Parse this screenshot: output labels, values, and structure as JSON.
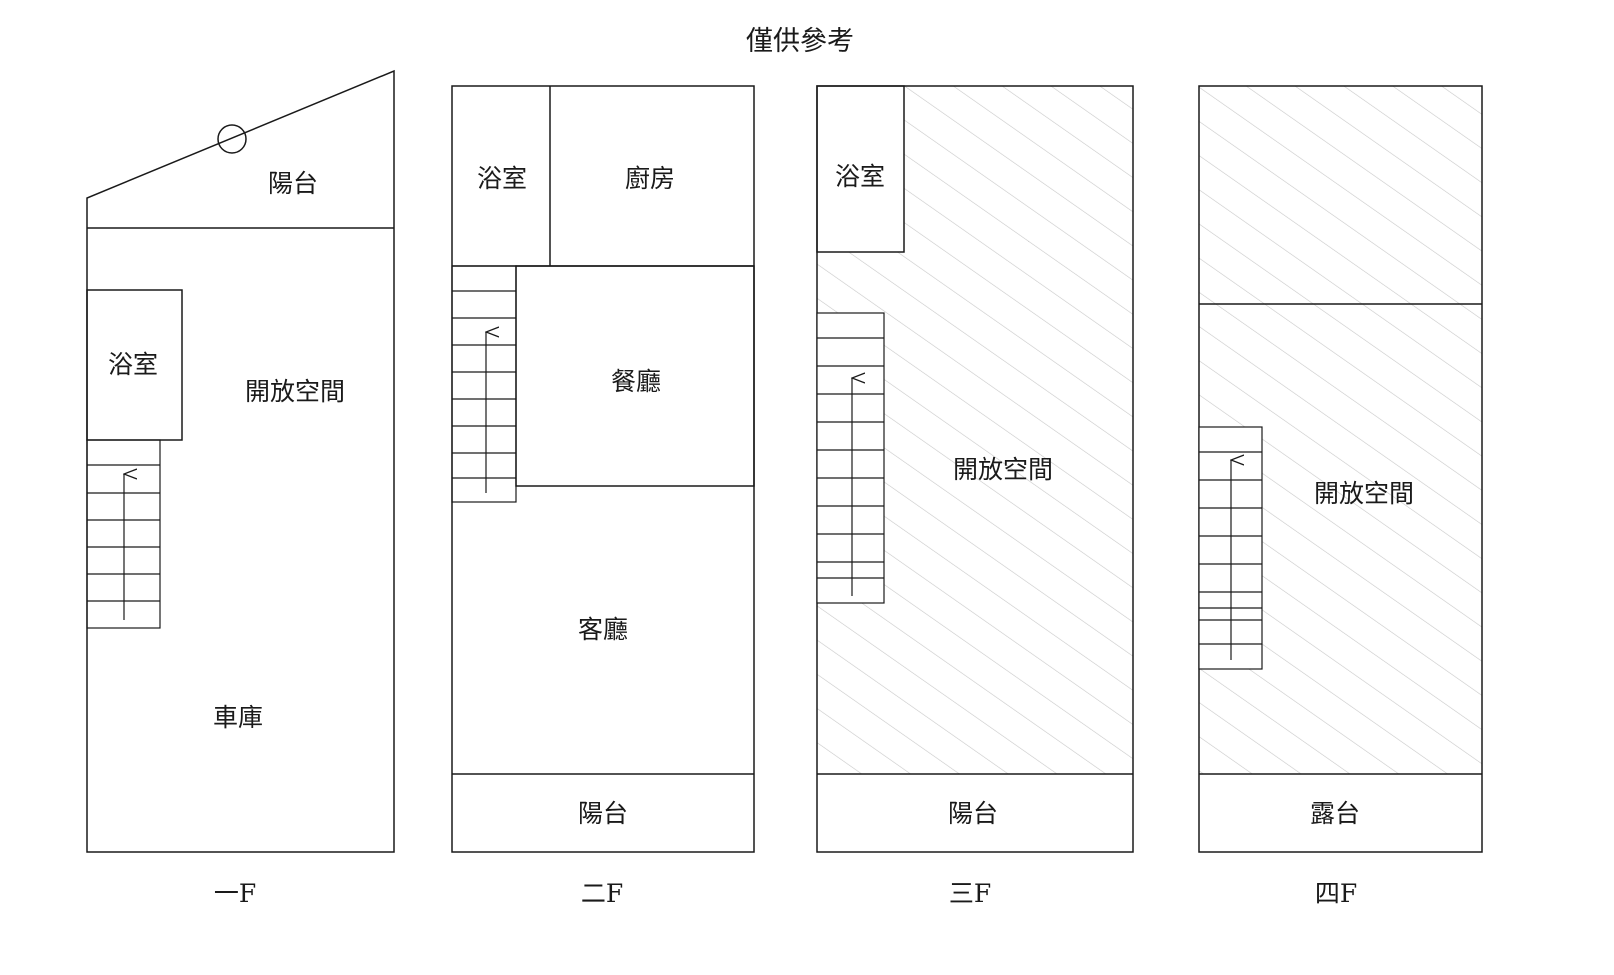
{
  "title": "僅供參考",
  "floors": {
    "f1": {
      "label": "一F",
      "rooms": {
        "balcony": "陽台",
        "bathroom": "浴室",
        "open_space": "開放空間",
        "garage": "車庫"
      }
    },
    "f2": {
      "label": "二F",
      "rooms": {
        "bathroom": "浴室",
        "kitchen": "廚房",
        "dining": "餐廳",
        "living": "客廳",
        "balcony": "陽台"
      }
    },
    "f3": {
      "label": "三F",
      "rooms": {
        "bathroom": "浴室",
        "open_space": "開放空間",
        "balcony": "陽台"
      }
    },
    "f4": {
      "label": "四F",
      "rooms": {
        "open_space": "開放空間",
        "terrace": "露台"
      }
    }
  },
  "colors": {
    "line": "#1a1a1a",
    "hatch": "#c8c8c8",
    "background": "#ffffff"
  }
}
